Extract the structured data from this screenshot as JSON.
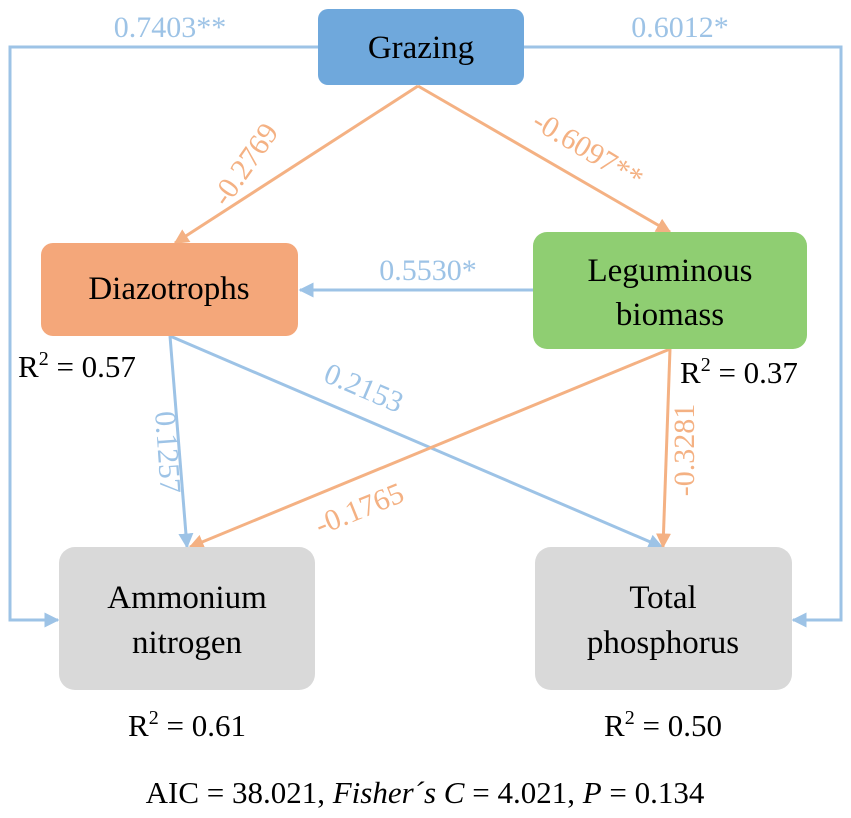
{
  "colors": {
    "positive": "#9dc3e6",
    "negative": "#f4b183",
    "grazing_fill": "#6fa8dc",
    "diazotrophs_fill": "#f4a77a",
    "leguminous_fill": "#8fce72",
    "soil_fill": "#d9d9d9"
  },
  "nodes": {
    "grazing": {
      "label": "Grazing"
    },
    "diazotrophs": {
      "label": "Diazotrophs"
    },
    "leguminous": {
      "line1": "Leguminous",
      "line2": "biomass"
    },
    "ammonium": {
      "line1": "Ammonium",
      "line2": "nitrogen"
    },
    "phosphorus": {
      "line1": "Total",
      "line2": "phosphorus"
    }
  },
  "paths": {
    "grazing_ammonium": "0.7403**",
    "grazing_phosphorus": "0.6012*",
    "grazing_diazotrophs": "-0.2769",
    "grazing_leguminous": "-0.6097**",
    "leguminous_diazotrophs": "0.5530*",
    "diazotrophs_ammonium": "0.1257",
    "diazotrophs_phosphorus": "0.2153",
    "leguminous_ammonium": "-0.1765",
    "leguminous_phosphorus": "-0.3281"
  },
  "r2": {
    "diazotrophs": {
      "base": "R",
      "sup": "2",
      "value": " = 0.57"
    },
    "leguminous": {
      "base": "R",
      "sup": "2",
      "value": " = 0.37"
    },
    "ammonium": {
      "base": "R",
      "sup": "2",
      "value": " = 0.61"
    },
    "phosphorus": {
      "base": "R",
      "sup": "2",
      "value": " = 0.50"
    }
  },
  "footer": {
    "aic": "AIC = 38.021, ",
    "fisher_label": "Fisher´s C",
    "fisher_value": " = 4.021, ",
    "p_label": "P",
    "p_value": " = 0.134"
  }
}
